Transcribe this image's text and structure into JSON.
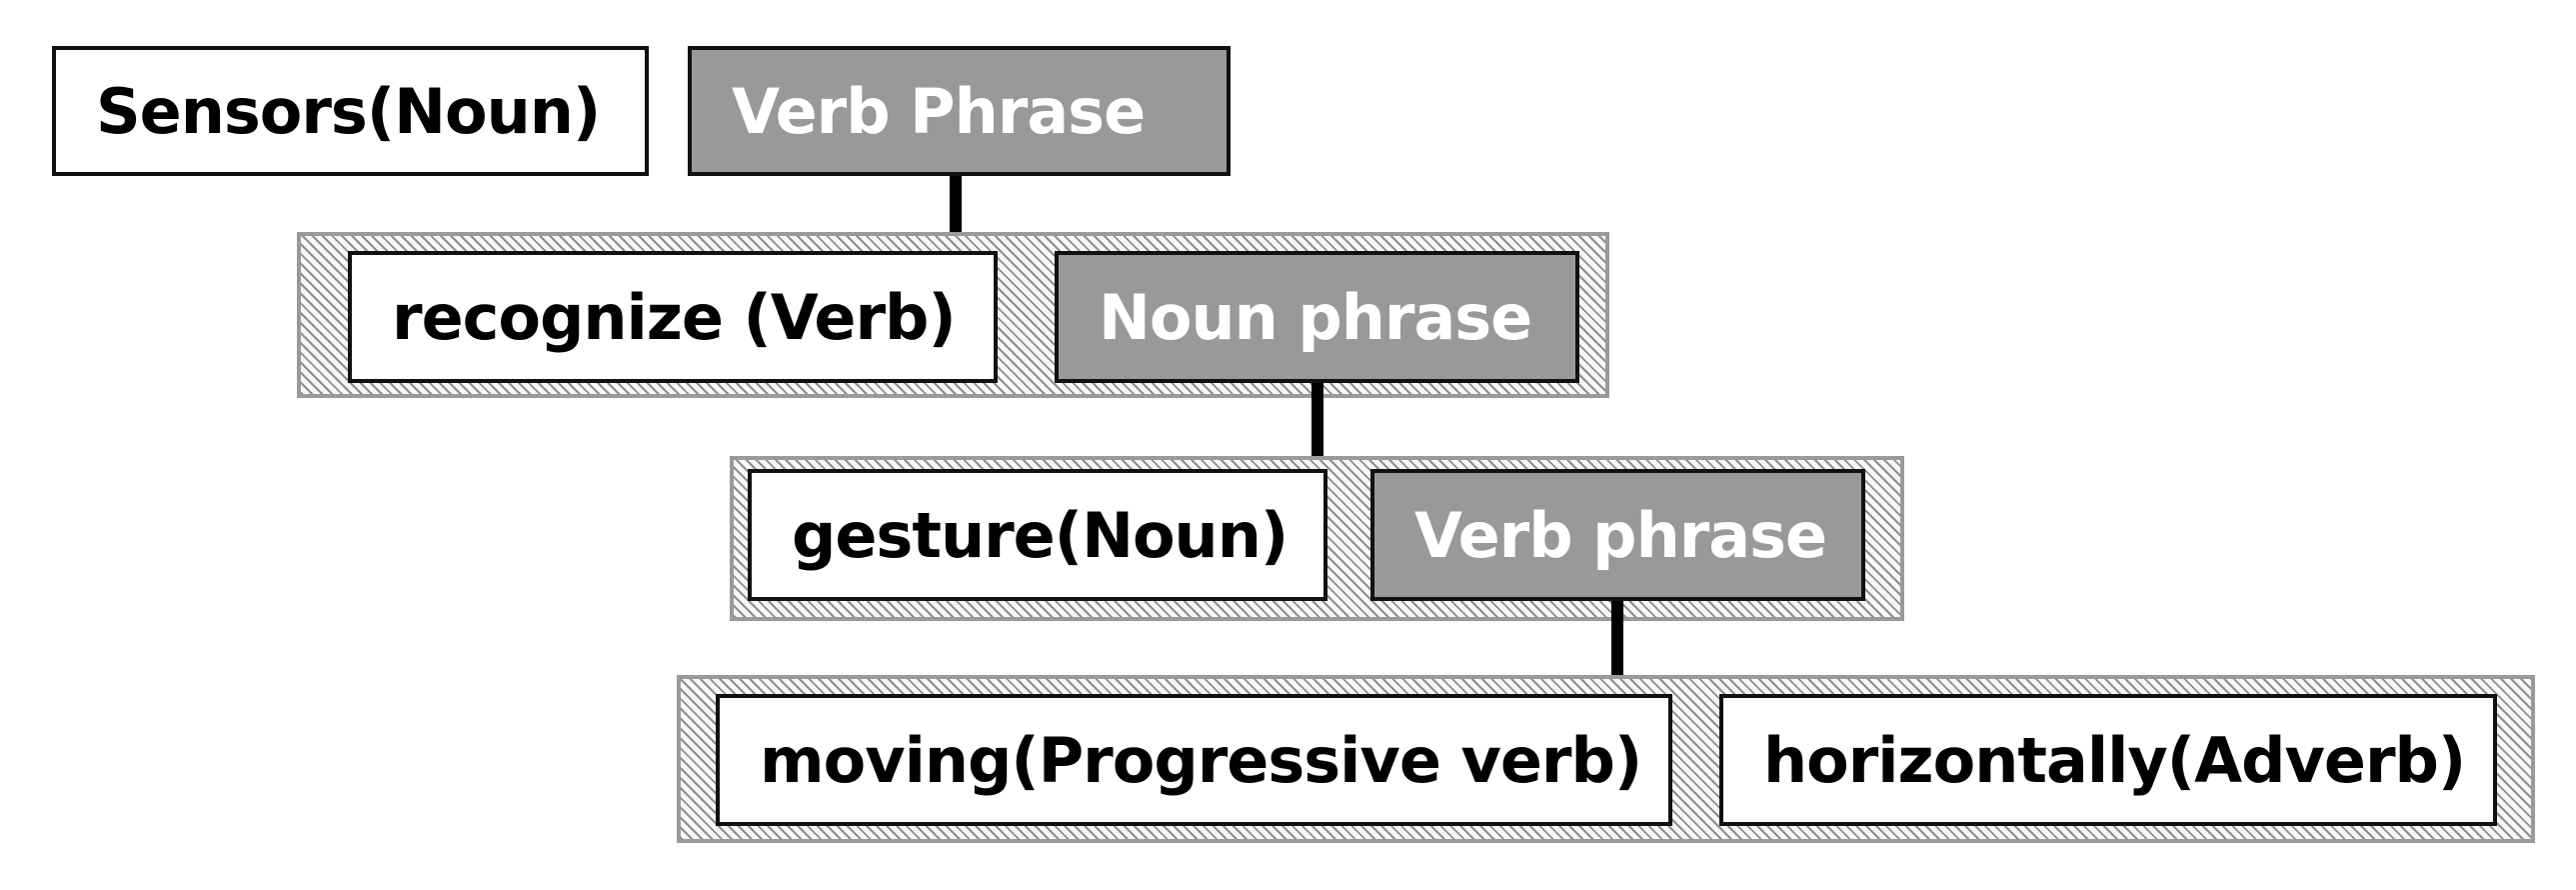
{
  "diagram": {
    "level1": {
      "word": "Sensors(Noun)",
      "phrase": "Verb Phrase"
    },
    "level2": {
      "word": "recognize (Verb)",
      "phrase": "Noun phrase"
    },
    "level3": {
      "word": "gesture(Noun)",
      "phrase": "Verb phrase"
    },
    "level4": {
      "left": "moving(Progressive verb)",
      "right": "horizontally(Adverb)"
    }
  },
  "colors": {
    "phrase_fill": "#999999",
    "word_fill": "#ffffff",
    "group_border": "#9a9a9a",
    "outline": "#111111"
  }
}
